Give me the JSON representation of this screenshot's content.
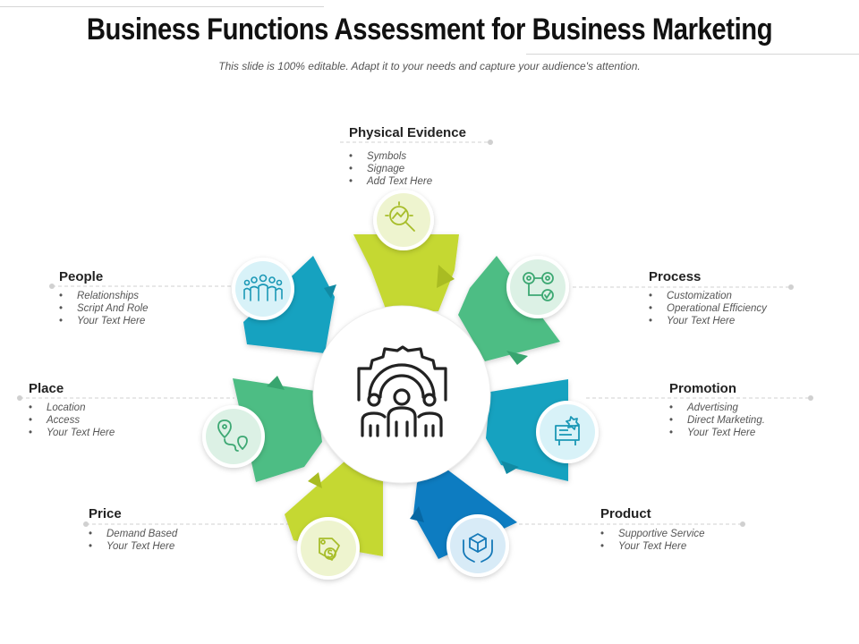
{
  "title": "Business Functions Assessment for Business Marketing",
  "subtitle": "This slide is 100% editable. Adapt it to your needs and capture your audience's attention.",
  "center_icon": "gear-team-icon",
  "colors": {
    "lime": "#c5d830",
    "green": "#4dbd84",
    "teal": "#16a2c0",
    "blue": "#0a7cc1"
  },
  "items": [
    {
      "label": "Physical Evidence",
      "bullets": [
        "Symbols",
        "Signage",
        "Add Text Here"
      ],
      "icon": "search-chart-icon"
    },
    {
      "label": "Process",
      "bullets": [
        "Customization",
        "Operational Efficiency",
        "Your Text Here"
      ],
      "icon": "gears-process-icon"
    },
    {
      "label": "Promotion",
      "bullets": [
        "Advertising",
        "Direct Marketing.",
        "Your Text Here"
      ],
      "icon": "billboard-icon"
    },
    {
      "label": "Product",
      "bullets": [
        "Supportive Service",
        "Your Text Here"
      ],
      "icon": "box-hands-icon"
    },
    {
      "label": "Price",
      "bullets": [
        "Demand Based",
        "Your Text Here"
      ],
      "icon": "price-tag-icon"
    },
    {
      "label": "Place",
      "bullets": [
        "Location",
        "Access",
        "Your Text Here"
      ],
      "icon": "location-route-icon"
    },
    {
      "label": "People",
      "bullets": [
        "Relationships",
        "Script And Role",
        "Your Text Here"
      ],
      "icon": "group-people-icon"
    }
  ]
}
